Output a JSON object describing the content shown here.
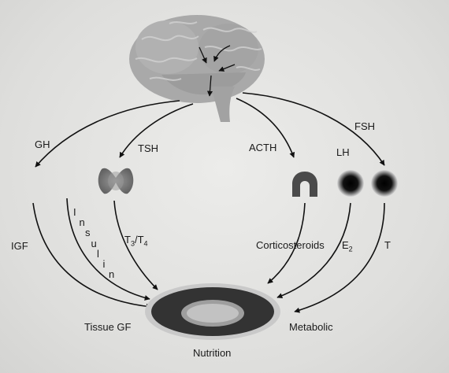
{
  "hormones": {
    "gh": "GH",
    "tsh": "TSH",
    "acth": "ACTH",
    "lh": "LH",
    "fsh": "FSH"
  },
  "mediators": {
    "igf": "IGF",
    "insulin": "Insulin",
    "t3t4": {
      "t": "T",
      "s3": "3",
      "slash": "/",
      "t2": "T",
      "s4": "4"
    },
    "corticosteroids": "Corticosteroids",
    "e2": {
      "e": "E",
      "sub": "2"
    },
    "t": "T"
  },
  "targets": {
    "tissue_gf": "Tissue GF",
    "metabolic": "Metabolic",
    "nutrition": "Nutrition"
  },
  "colors": {
    "line": "#111111",
    "brain": "#a9a9a9",
    "thyroid": "#6f6f6f",
    "adrenal": "#4a4a4a",
    "gonad": "#0c0c0c",
    "ring_outer": "#333333",
    "ring_inner": "#bdbdbd"
  }
}
